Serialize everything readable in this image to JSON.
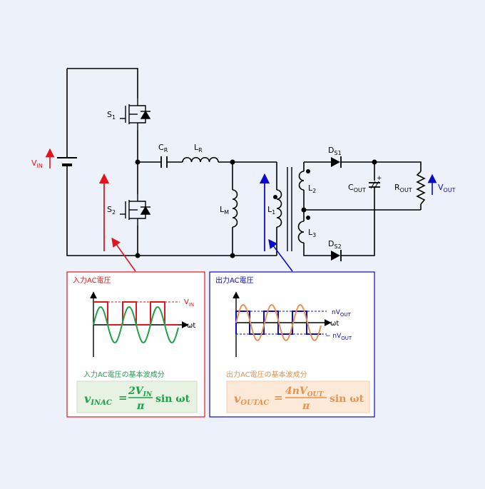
{
  "colors": {
    "background": "#edf2fa",
    "wire": "#000000",
    "input_red": "#e4141c",
    "output_blue": "#0a0ac8",
    "sine_green": "#1fa14a",
    "sine_orange": "#e8924f",
    "green_box": "#e7f2e3",
    "orange_box": "#fde9d8"
  },
  "circuit": {
    "vin": {
      "main": "V",
      "sub": "IN"
    },
    "s1": {
      "main": "S",
      "sub": "1"
    },
    "s2": {
      "main": "S",
      "sub": "2"
    },
    "cr": {
      "main": "C",
      "sub": "R"
    },
    "lr": {
      "main": "L",
      "sub": "R"
    },
    "lm": {
      "main": "L",
      "sub": "M"
    },
    "l1": {
      "main": "L",
      "sub": "1"
    },
    "l2": {
      "main": "L",
      "sub": "2"
    },
    "l3": {
      "main": "L",
      "sub": "3"
    },
    "ds1": {
      "main": "D",
      "sub": "S1"
    },
    "ds2": {
      "main": "D",
      "sub": "S2"
    },
    "cout": {
      "main": "C",
      "sub": "OUT"
    },
    "rout": {
      "main": "R",
      "sub": "OUT"
    },
    "vout": {
      "main": "V",
      "sub": "OUT"
    },
    "cout_plus": "+"
  },
  "input_panel": {
    "title": "入力AC電圧",
    "vin_label": {
      "main": "V",
      "sub": "IN"
    },
    "axis_label": "ωt",
    "fundamental_title": "入力AC電圧の基本波成分",
    "formula": {
      "lhs_main": "v",
      "lhs_sub": "INAC",
      "eq": "=",
      "num_main": "2V",
      "num_sub": "IN",
      "den": "π",
      "tail": "sin ωt"
    }
  },
  "output_panel": {
    "title": "出力AC電圧",
    "pos_label": {
      "main": "nV",
      "sub": "OUT"
    },
    "neg_label": {
      "main": "− nV",
      "sub": "OUT"
    },
    "axis_label": "ωt",
    "fundamental_title": "出力AC電圧の基本波成分",
    "formula": {
      "lhs_main": "v",
      "lhs_sub": "OUTAC",
      "eq": "=",
      "num_main": "4nV",
      "num_sub": "OUT",
      "den": "π",
      "tail": "sin ωt"
    }
  }
}
